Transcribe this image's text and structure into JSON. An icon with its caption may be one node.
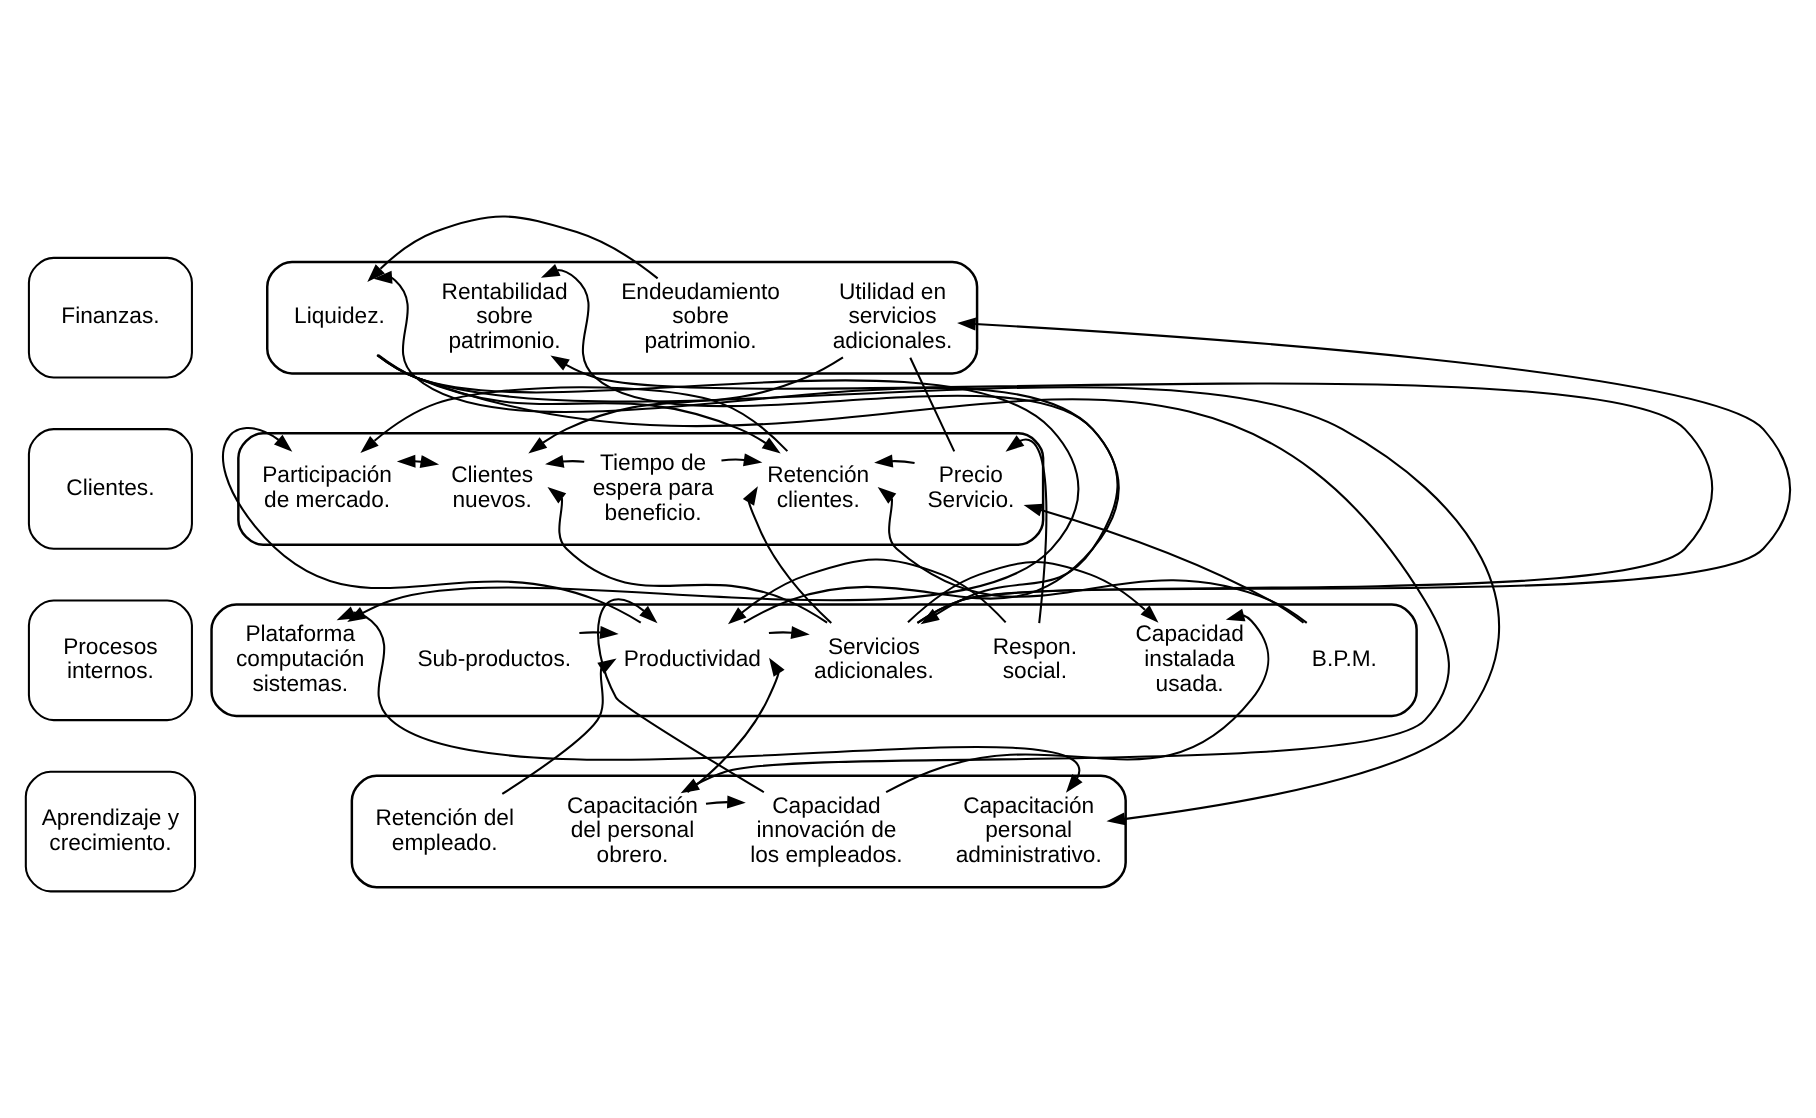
{
  "diagram": {
    "nodes": [
      {
        "text": [
          "Finanzas."
        ]
      },
      {
        "text": [
          "Clientes."
        ]
      },
      {
        "text": [
          "Procesos internos."
        ]
      },
      {
        "text": [
          "Aprendizaje y crecimiento."
        ]
      },
      {
        "text": [],
        "shape": "box"
      },
      {
        "text": [
          "Liquidez."
        ],
        "in": 4
      },
      {
        "text": [
          "Rentabilidad sobre patrimonio."
        ],
        "in": 4
      },
      {
        "text": [
          "Endeudamiento sobre patrimonio."
        ],
        "in": 4
      },
      {
        "text": [
          "Utilidad en servicios adicionales."
        ],
        "in": 4
      },
      {
        "text": [],
        "shape": "box"
      },
      {
        "text": [
          "Participación de mercado."
        ],
        "in": 9
      },
      {
        "text": [
          "Clientes nuevos."
        ],
        "in": 9
      },
      {
        "text": [
          "Tiempo de espera para beneficio."
        ],
        "in": 9
      },
      {
        "text": [
          "Retención clientes."
        ],
        "in": 9
      },
      {
        "text": [
          "Precio Servicio."
        ],
        "in": 9
      },
      {
        "text": [],
        "shape": "box"
      },
      {
        "text": [
          "Plataforma computación sistemas."
        ],
        "in": 15
      },
      {
        "text": [
          "Sub-productos."
        ],
        "in": 15
      },
      {
        "text": [
          "Productividad"
        ],
        "in": 15
      },
      {
        "text": [
          "Servicios adicionales."
        ],
        "in": 15
      },
      {
        "text": [
          "Respon. social."
        ],
        "in": 15
      },
      {
        "text": [
          "Capacidad instalada usada."
        ],
        "in": 15
      },
      {
        "text": [
          "B.P.M."
        ],
        "in": 15
      },
      {
        "text": [],
        "shape": "box"
      },
      {
        "text": [
          "Retención del empleado."
        ],
        "in": 23
      },
      {
        "text": [
          "Capacitación del personal obrero."
        ],
        "in": 23
      },
      {
        "text": [
          "Capacidad innovación de los empleados."
        ],
        "in": 23
      },
      {
        "text": [
          "Capacitación personal administrativo."
        ],
        "in": 23
      }
    ],
    "edges": [
      {
        "from": 7,
        "to": 5,
        "arrow": "to"
      },
      {
        "from": 5,
        "to": 13,
        "arrow": "to"
      },
      {
        "from": 19,
        "to": 5,
        "arrow": "both"
      },
      {
        "from": 19,
        "to": 6,
        "arrow": "to"
      },
      {
        "from": 19,
        "to": 8,
        "arrow": "to"
      },
      {
        "from": 8,
        "to": 11,
        "arrow": "to"
      },
      {
        "from": 14,
        "to": 8,
        "arrow": "none"
      },
      {
        "from": 10,
        "to": 11,
        "arrow": "both"
      },
      {
        "from": 12,
        "to": 11,
        "arrow": "to"
      },
      {
        "from": 12,
        "to": 13,
        "arrow": "to"
      },
      {
        "from": 14,
        "to": 13,
        "arrow": "to"
      },
      {
        "from": 22,
        "to": 13,
        "arrow": "to"
      },
      {
        "from": 22,
        "to": 14,
        "arrow": "to"
      },
      {
        "from": 13,
        "to": 10,
        "arrow": "to"
      },
      {
        "from": 18,
        "to": 10,
        "arrow": "to"
      },
      {
        "from": 18,
        "to": 6,
        "arrow": "to"
      },
      {
        "from": 19,
        "to": 11,
        "arrow": "to"
      },
      {
        "from": 19,
        "to": 13,
        "arrow": "to"
      },
      {
        "from": 18,
        "to": 19,
        "arrow": "to"
      },
      {
        "from": 17,
        "to": 18,
        "arrow": "to"
      },
      {
        "from": 20,
        "to": 14,
        "arrow": "to"
      },
      {
        "from": 20,
        "to": 18,
        "arrow": "to"
      },
      {
        "from": 19,
        "to": 21,
        "arrow": "to"
      },
      {
        "from": 26,
        "to": 21,
        "arrow": "to"
      },
      {
        "from": 26,
        "to": 18,
        "arrow": "to"
      },
      {
        "from": 25,
        "to": 26,
        "arrow": "to"
      },
      {
        "from": 25,
        "to": 18,
        "arrow": "to"
      },
      {
        "from": 24,
        "to": 18,
        "arrow": "to"
      },
      {
        "from": 5,
        "to": 25,
        "arrow": "to"
      },
      {
        "from": 5,
        "to": 27,
        "arrow": "to"
      },
      {
        "from": 5,
        "to": 16,
        "arrow": "to"
      },
      {
        "from": 16,
        "to": 27,
        "arrow": "both"
      }
    ]
  }
}
